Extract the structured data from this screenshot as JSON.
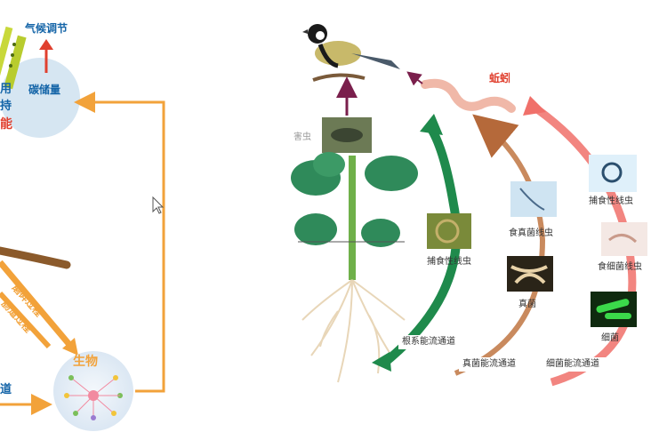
{
  "left_panel": {
    "climate_regulation": "气候调节",
    "carbon_storage": "碳储量",
    "partial_text_use": "用",
    "partial_text_hold": "持",
    "partial_text_energy": "能",
    "organisms": "生物",
    "process_crush": "磨碎过程",
    "process_gut": "肠道过程",
    "channel_partial": "道"
  },
  "right_panel": {
    "earthworm": "蚯蚓",
    "pest": "害虫",
    "predatory_nematode": "捕食性线虫",
    "fungal_feeding_nematode": "食真菌线虫",
    "fungi": "真菌",
    "predatory_nematode_2": "捕食性线虫",
    "bacterial_feeding_nematode": "食细菌线虫",
    "bacteria": "细菌",
    "root_channel": "根系能流通道",
    "fungal_channel": "真菌能流通道",
    "bacterial_channel": "细菌能流通道"
  },
  "colors": {
    "green_arrow": "#1f8a4c",
    "brown_arrow": "#b5693a",
    "red_arrow": "#f0706a",
    "orange_arrow": "#f2a23a",
    "blue_text": "#1565a8",
    "red_text": "#e0402f"
  }
}
